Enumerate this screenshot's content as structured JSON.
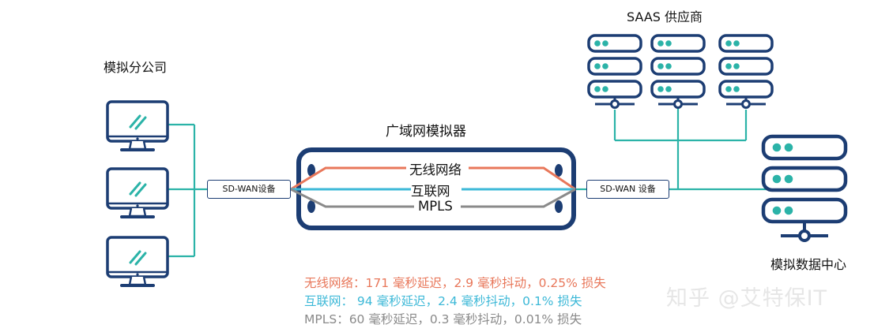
{
  "branch_office": {
    "title": "模拟分公司"
  },
  "saas_provider": {
    "title": "SAAS 供应商"
  },
  "data_center": {
    "title": "模拟数据中心"
  },
  "wan_emulator": {
    "title": "广域网模拟器",
    "links": [
      "无线网络",
      "互联网",
      "MPLS"
    ]
  },
  "sdwan_device_left": {
    "label": "SD-WAN设备"
  },
  "sdwan_device_right": {
    "label": "SD-WAN 设备"
  },
  "metrics": [
    {
      "text": "无线网络：171 毫秒延迟，2.9 毫秒抖动，0.25% 损失",
      "color": "#e8775a"
    },
    {
      "text": "互联网： 94 毫秒延迟，2.4 毫秒抖动，0.1% 损失",
      "color": "#3cb8d7"
    },
    {
      "text": "MPLS：60 毫秒延迟，0.3 毫秒抖动，0.01% 损失",
      "color": "#8a8a8a"
    }
  ],
  "watermark": "知乎 @艾特保IT",
  "colors": {
    "navy": "#1c3d73",
    "teal": "#2bb3a8",
    "wireless": "#e8775a",
    "internet": "#3cb8d7",
    "mpls": "#8a8a8a"
  },
  "icons": {
    "workstation": "monitor-icon",
    "server": "server-rack-icon"
  }
}
